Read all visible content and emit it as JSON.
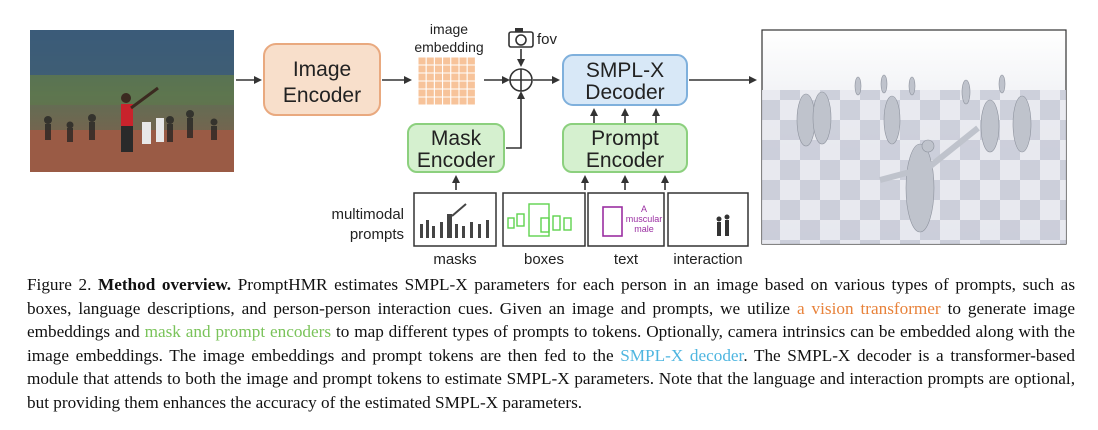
{
  "figure": {
    "image_encoder": {
      "line1": "Image",
      "line2": "Encoder"
    },
    "image_embedding": {
      "line1": "image",
      "line2": "embedding"
    },
    "fov_label": "fov",
    "smplx_decoder": {
      "line1": "SMPL-X",
      "line2": "Decoder"
    },
    "mask_encoder": {
      "line1": "Mask",
      "line2": "Encoder"
    },
    "prompt_encoder": {
      "line1": "Prompt",
      "line2": "Encoder"
    },
    "multimodal_prompts": {
      "line1": "multimodal",
      "line2": "prompts"
    },
    "prompt_types": [
      "masks",
      "boxes",
      "text",
      "interaction"
    ],
    "text_prompt": {
      "line1": "A",
      "line2": "muscular",
      "line3": "male"
    },
    "colors": {
      "image_encoder_fill": "#f8dfcb",
      "image_encoder_stroke": "#e9a97f",
      "green_fill": "#d5f0cf",
      "green_stroke": "#8cd07e",
      "decoder_fill": "#d8e8f7",
      "decoder_stroke": "#7fb0dc",
      "embedding_fill": "#f7c39a"
    }
  },
  "caption": {
    "label": "Figure 2.",
    "heading": "Method overview.",
    "part1": "PromptHMR estimates SMPL-X parameters for each person in an image based on various types of prompts, such as boxes, language descriptions, and person-person interaction cues. Given an image and prompts, we utilize",
    "link_vit": "a vision transformer",
    "part2": "to generate image embeddings and",
    "link_encoders": "mask and prompt encoders",
    "part3": "to map different types of prompts to tokens. Optionally, camera intrinsics can be embedded along with the image embeddings. The image embeddings and prompt tokens are then fed to the",
    "link_decoder": "SMPL-X decoder",
    "part4": ". The SMPL-X decoder is a transformer-based module that attends to both the image and prompt tokens to estimate SMPL-X parameters. Note that the language and interaction prompts are optional, but providing them enhances the accuracy of the estimated SMPL-X parameters."
  }
}
